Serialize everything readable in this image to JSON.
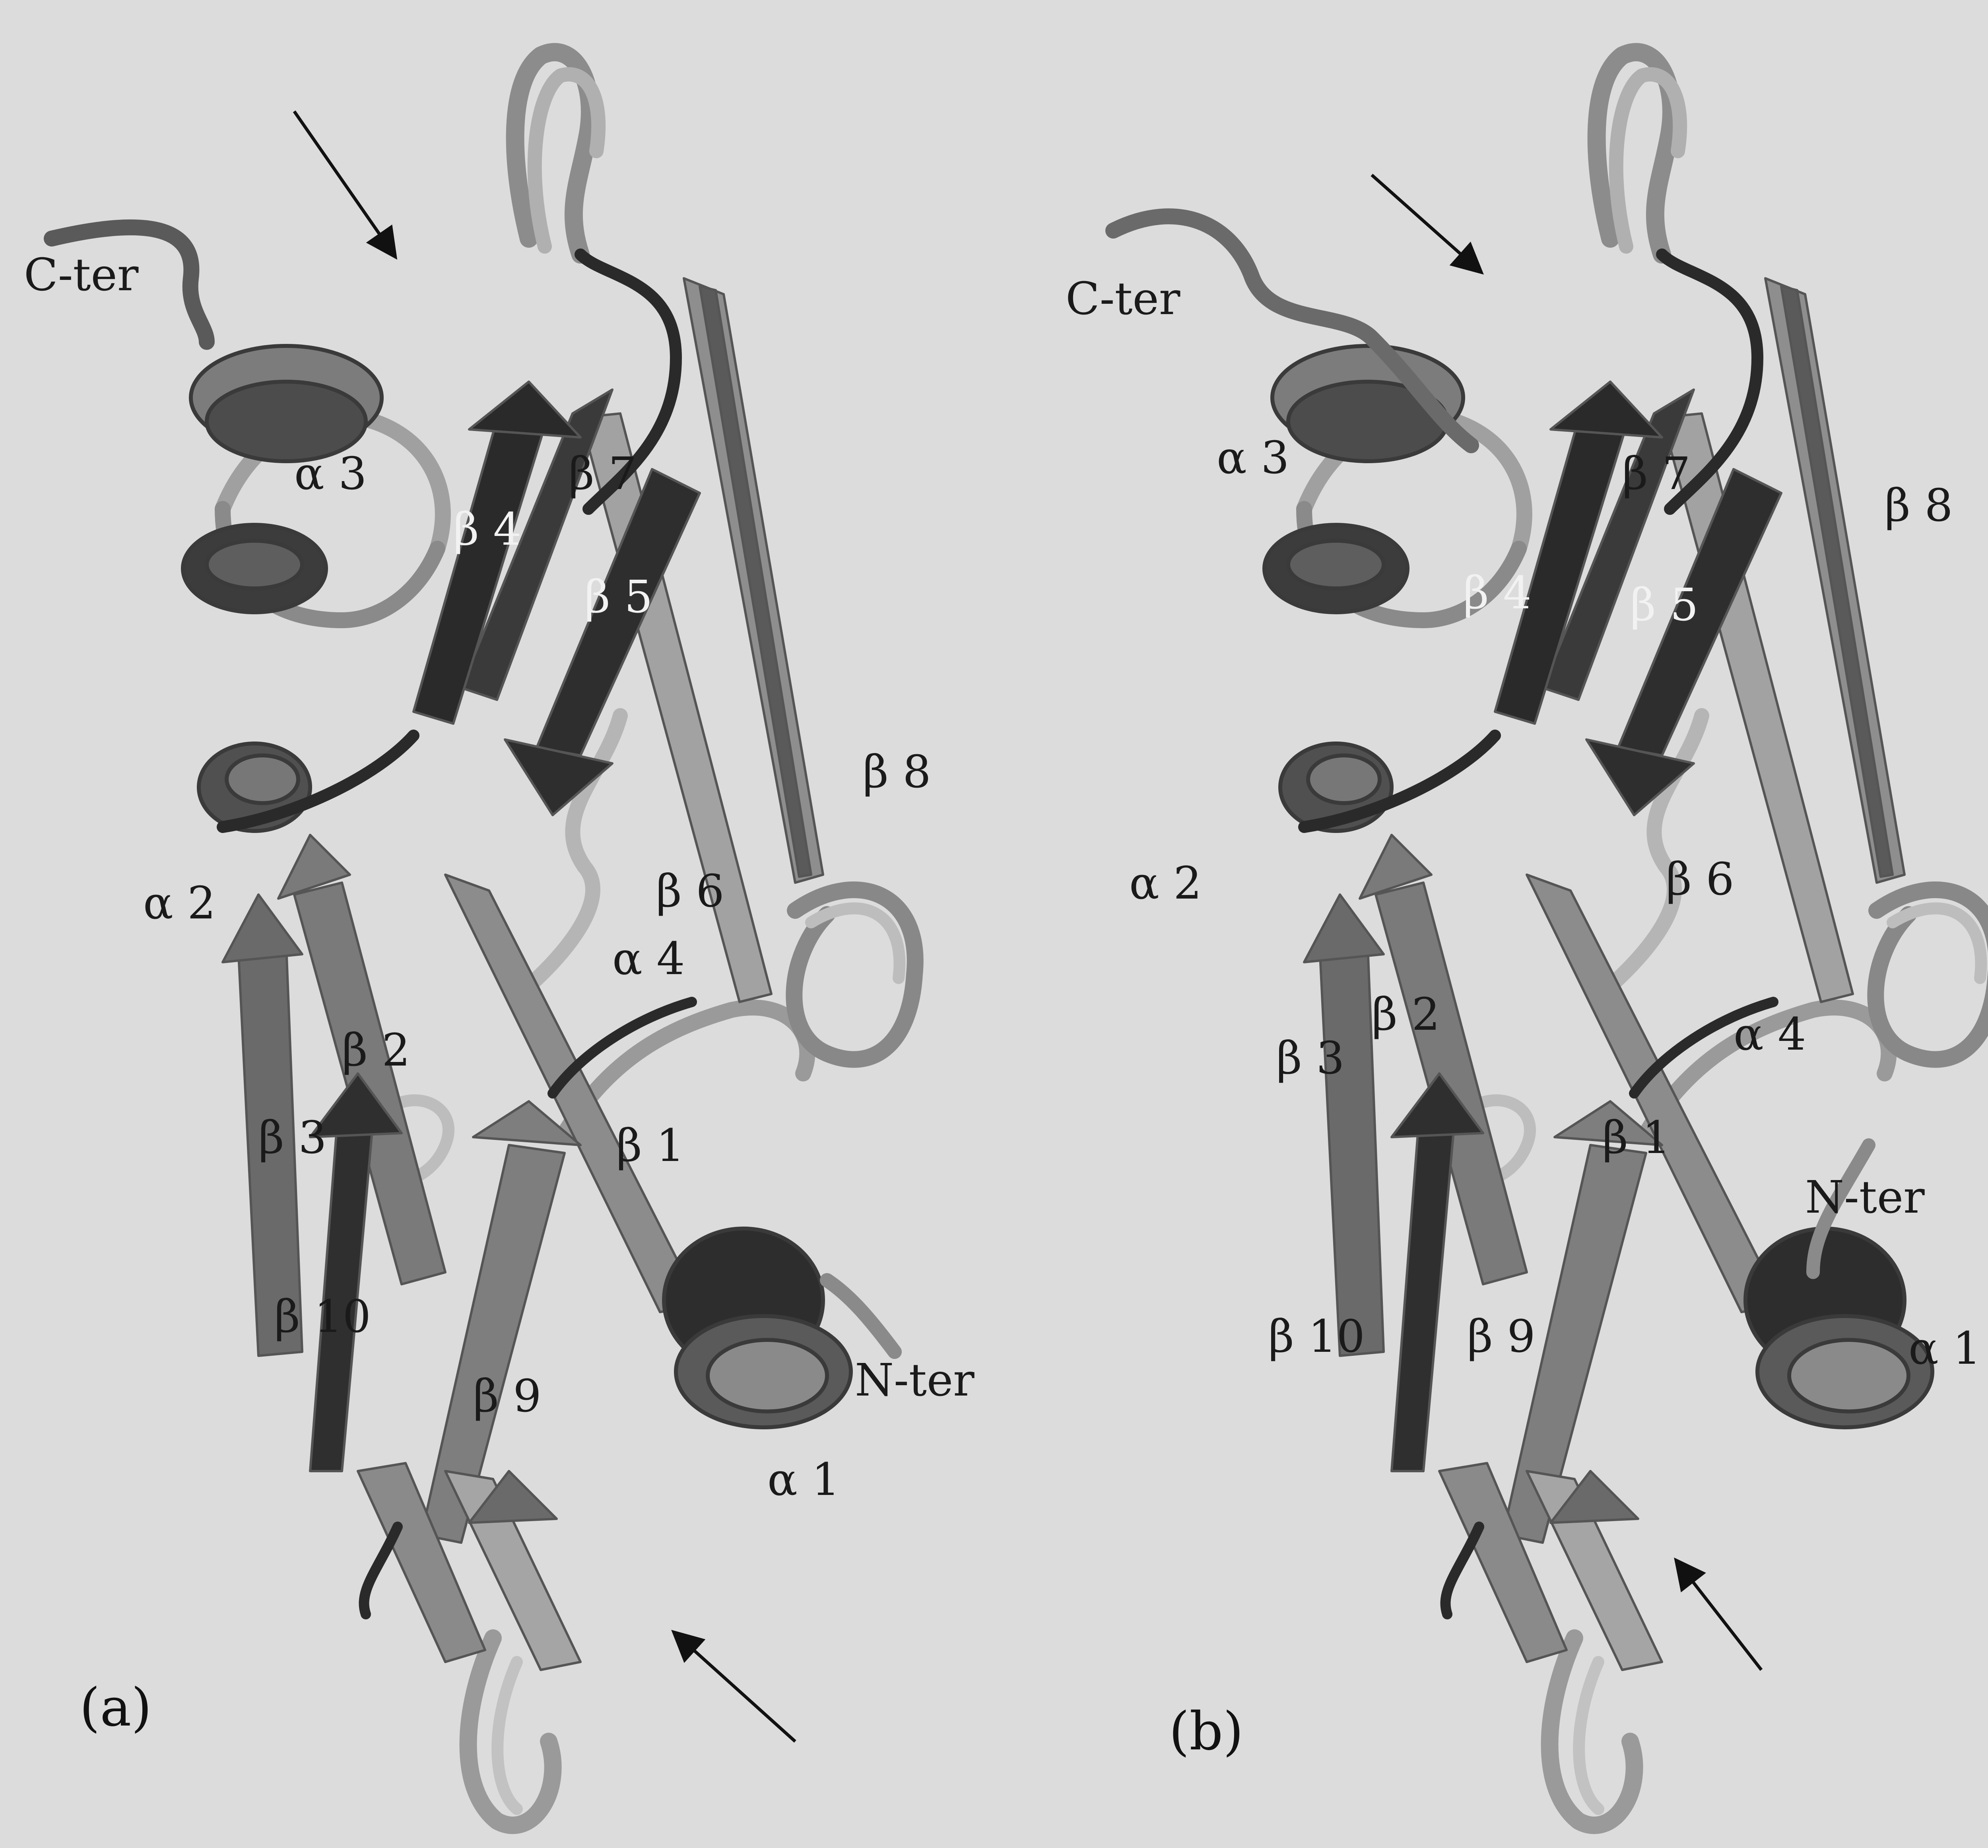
{
  "figure": {
    "background": "#dcdcdc",
    "colors": {
      "dark": "#2e2e2e",
      "mid": "#6e6e6e",
      "light": "#a8a8a8",
      "arrow": "#111111"
    },
    "panels": [
      {
        "id": "a",
        "panel_label": "(a)",
        "labels": {
          "c_ter": "C-ter",
          "n_ter": "N-ter",
          "a1": "α 1",
          "a2": "α 2",
          "a3": "α 3",
          "a4": "α 4",
          "b1": "β 1",
          "b2": "β 2",
          "b3": "β 3",
          "b4": "β 4",
          "b5": "β 5",
          "b6": "β 6",
          "b7": "β 7",
          "b8": "β 8",
          "b9": "β 9",
          "b10": "β 10"
        }
      },
      {
        "id": "b",
        "panel_label": "(b)",
        "labels": {
          "c_ter": "C-ter",
          "n_ter": "N-ter",
          "a1": "α 1",
          "a2": "α 2",
          "a3": "α 3",
          "a4": "α 4",
          "b1": "β 1",
          "b2": "β 2",
          "b3": "β 3",
          "b4": "β 4",
          "b5": "β 5",
          "b6": "β 6",
          "b7": "β 7",
          "b8": "β 8",
          "b9": "β 9",
          "b10": "β 10"
        }
      }
    ]
  }
}
